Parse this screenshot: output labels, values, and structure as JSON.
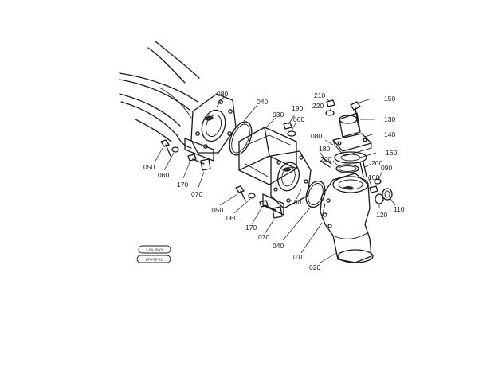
{
  "callouts": {
    "c080a": "080",
    "c040a": "040",
    "c030": "030",
    "c190": "190",
    "c060a": "060",
    "c210": "210",
    "c220": "220",
    "c150": "150",
    "c130": "130",
    "c140": "140",
    "c080b": "080",
    "c180a": "180",
    "c160": "160",
    "c200a": "200",
    "c200b": "200",
    "c090": "090",
    "c100": "100",
    "c110": "110",
    "c120": "120",
    "c050a": "050",
    "c060b": "060",
    "c170a": "170",
    "c070a": "070",
    "c050b": "050",
    "c060c": "060",
    "c170b": "170",
    "c070b": "070",
    "c180b": "180",
    "c040b": "040",
    "c010": "010",
    "c020": "020"
  },
  "refs": {
    "ref_upper": "1-04-28-01",
    "ref_lower": "1-PV98-02"
  },
  "colors": {
    "ink": "#1a1a1a",
    "paper": "#ffffff"
  }
}
